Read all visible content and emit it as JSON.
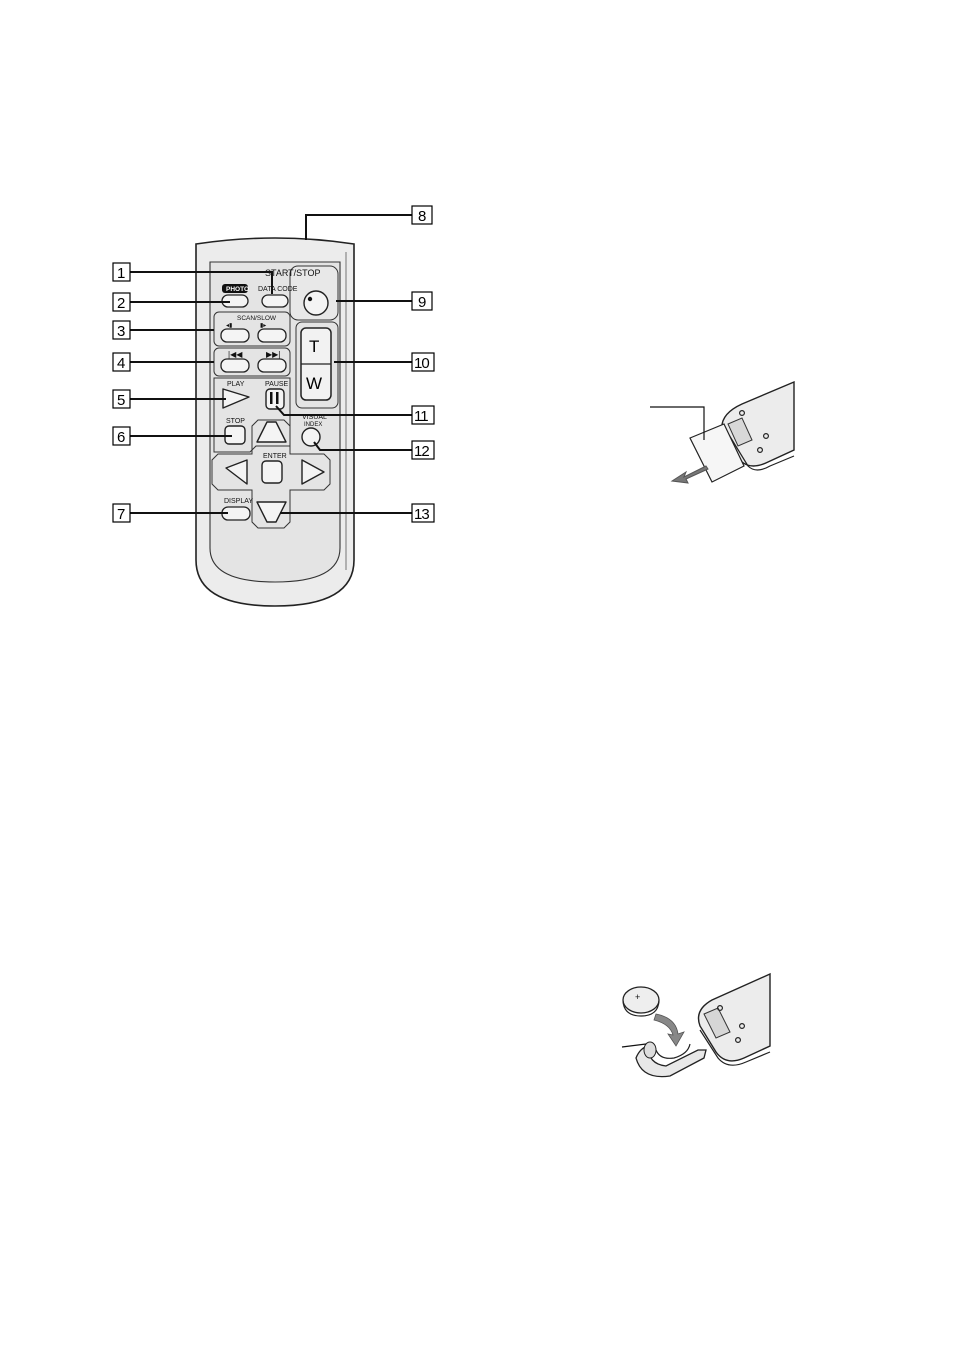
{
  "remote": {
    "buttons": {
      "start_stop": "START/STOP",
      "photo": "PHOTO",
      "data_code": "DATA CODE",
      "scan_slow": "SCAN/SLOW",
      "play": "PLAY",
      "pause": "PAUSE",
      "stop": "STOP",
      "visual_index_line1": "VISUAL",
      "visual_index_line2": "INDEX",
      "enter": "ENTER",
      "display": "DISPLAY",
      "zoom_tele": "T",
      "zoom_wide": "W"
    },
    "callouts": [
      "1",
      "2",
      "3",
      "4",
      "5",
      "6",
      "7",
      "8",
      "9",
      "10",
      "11",
      "12",
      "13"
    ]
  },
  "battery_illustration": {
    "battery_mark": "+"
  }
}
